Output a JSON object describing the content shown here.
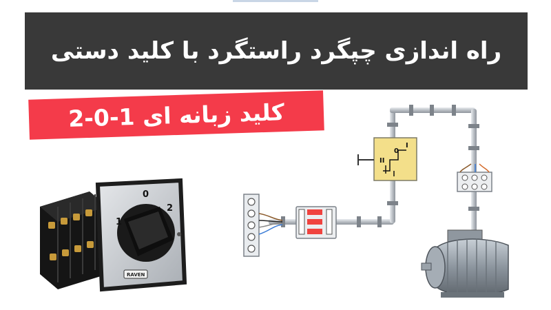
{
  "header": {
    "title": "راه اندازی چپگرد راستگرد با کلید دستی"
  },
  "subheader": {
    "title": "کلید زبانه ای 1-0-2"
  },
  "switch_face": {
    "pos_0": "0",
    "pos_1": "1",
    "pos_2": "2",
    "brand": "RAVEN"
  },
  "diagram": {
    "switch_label_left": "II",
    "switch_label_zero": "0",
    "switch_label_right": "I"
  },
  "colors": {
    "header_bg": "#393939",
    "subheader_bg": "#f43b4a",
    "switch_box": "#f3df8a",
    "conduit": "#d0d4d8"
  }
}
